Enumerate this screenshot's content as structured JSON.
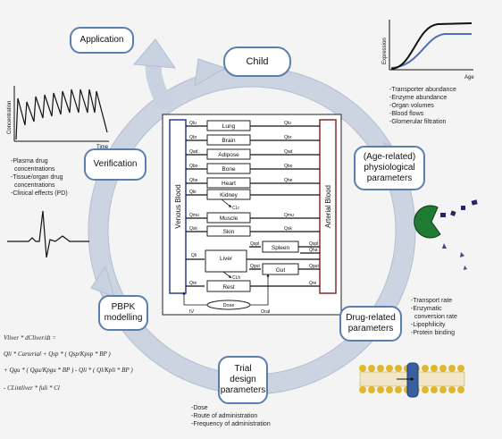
{
  "cycle_nodes": {
    "application": "Application",
    "child": "Child",
    "verification": "Verification",
    "age_related": "(Age-related) physiological parameters",
    "pbpk": "PBPK modelling",
    "drug_related": "Drug-related parameters",
    "trial_design": "Trial design parameters"
  },
  "notes": {
    "age_related": [
      "-Transporter abundance",
      "-Enzyme abundance",
      "-Organ volumes",
      "-Blood flows",
      "-Glomerular filtration"
    ],
    "verification": [
      "-Plasma drug",
      "concentrations",
      "-Tissue/organ drug",
      "concentrations",
      "-Clinical effects (PD)"
    ],
    "drug_related": [
      "-Transport rate",
      "-Enzymatic",
      "conversion rate",
      "-Lipophilicity",
      "-Protein binding"
    ],
    "trial_design": [
      "-Dose",
      "-Route of administration",
      "-Frequency of administration"
    ]
  },
  "pbpk_model": {
    "venous_label": "Venous Blood",
    "arterial_label": "Arterial Blood",
    "organs": {
      "lung": "Lung",
      "brain": "Brain",
      "adipose": "Adipose",
      "bone": "Bone",
      "heart": "Heart",
      "kidney": "Kidney",
      "muscle": "Muscle",
      "skin": "Skin",
      "spleen": "Spleen",
      "liver": "Liver",
      "gut": "Gut",
      "rest": "Rest",
      "dose": "Dose"
    },
    "flows_left": {
      "lu": "Qlu",
      "br": "Qbr",
      "ad": "Qad",
      "bo": "Qbo",
      "he": "Qhe",
      "ki": "Qki",
      "mu": "Qmu",
      "sk": "Qsk",
      "li": "Qli",
      "re": "Qre"
    },
    "flows_right": {
      "lu": "Qlu",
      "br": "Qbr",
      "ad": "Qad",
      "bo": "Qbo",
      "he": "Qhe",
      "mu": "Qmu",
      "sk": "Qsk",
      "ha": "Qha",
      "re": "Qre"
    },
    "flows_inner": {
      "spl": "Qspl",
      "gut": "Qgut",
      "spl_r": "Qspl",
      "gut_r": "Qgut"
    },
    "clearance": {
      "renal": "CLr",
      "hepatic": "CLh"
    },
    "routes": {
      "iv": "IV",
      "oral": "Oral"
    }
  },
  "graphs": {
    "expression": {
      "ylabel": "Expression",
      "xlabel": "Age"
    },
    "concentration": {
      "ylabel": "Concentration",
      "xlabel": "Time"
    }
  },
  "equation": {
    "line1": "Vliver * dCliver/dt =",
    "line2": "Qli * Carterial + Qsp * ( Qsp/Kpsp * BP )",
    "line3": "+ Qgu * ( Qgu/Kpgu * BP ) - Qli * ( Ql/Kpli * BP )",
    "line4": "- CLintliver * fuli * Cl"
  },
  "colors": {
    "cycle_arrow": "#c9d2e0",
    "node_border": "#5a7fae",
    "venous": "#2a3f8e",
    "arterial": "#8a2a2a",
    "enzyme": "#1f7a32",
    "molecule": "#242468",
    "membrane": "#e0b830"
  }
}
